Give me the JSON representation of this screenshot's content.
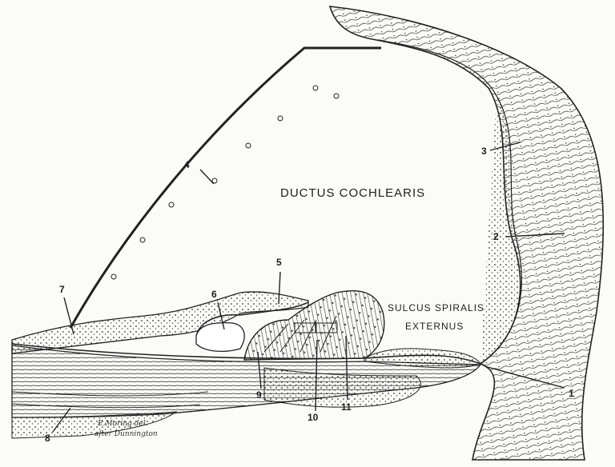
{
  "figure": {
    "region_labels": {
      "ductus": "DUCTUS COCHLEARIS",
      "sulcus_line1": "SULCUS SPIRALIS",
      "sulcus_line2": "EXTERNUS"
    },
    "numbers": [
      "1",
      "2",
      "3",
      "4",
      "5",
      "6",
      "7",
      "8",
      "9",
      "10",
      "11"
    ],
    "credit_line1": "E.Moring del.",
    "credit_line2": "after Dunnington"
  }
}
